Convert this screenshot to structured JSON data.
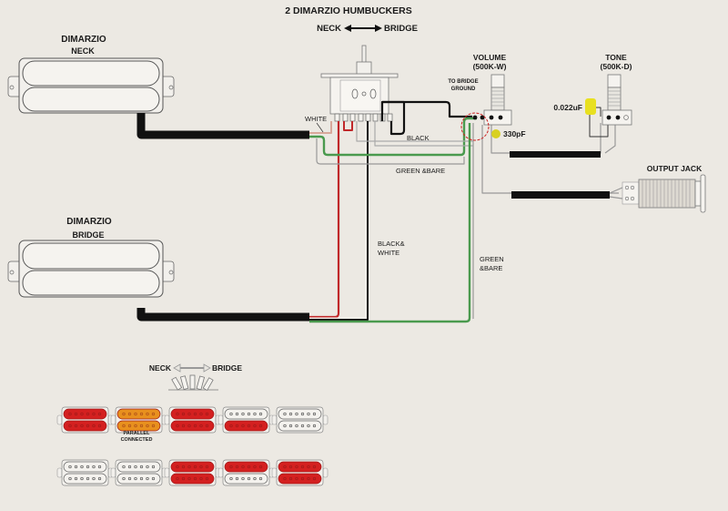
{
  "title": "2 DIMARZIO HUMBUCKERS",
  "direction": {
    "left": "NECK",
    "right": "BRIDGE"
  },
  "pickups": {
    "neck": {
      "brand": "DIMARZIO",
      "position": "NECK"
    },
    "bridge": {
      "brand": "DIMARZIO",
      "position": "BRIDGE"
    }
  },
  "controls": {
    "volume": {
      "name": "VOLUME",
      "value": "(500K-W)",
      "note": "TO BRIDGE GROUND",
      "cap": "330pF"
    },
    "tone": {
      "name": "TONE",
      "value": "(500K-D)",
      "cap": "0.022uF"
    },
    "output": {
      "name": "OUTPUT JACK"
    }
  },
  "wire_labels": {
    "white": "WHITE",
    "black": "BLACK",
    "green_bare_top": "GREEN &BARE",
    "black_white_1": "BLACK&",
    "black_white_2": "WHITE",
    "green_bare_1": "GREEN",
    "green_bare_2": "&BARE"
  },
  "legend": {
    "direction": {
      "left": "NECK",
      "right": "BRIDGE"
    },
    "parallel_1": "PARALLEL",
    "parallel_2": "CONNECTED",
    "colors": {
      "red": "#d42020",
      "orange": "#e8901e",
      "white": "#f4f2ee"
    },
    "positions": [
      {
        "top": "red",
        "bottom": "red"
      },
      {
        "top": "orange",
        "bottom": "orange",
        "note": "parallel"
      },
      {
        "top": "red",
        "bottom": "red"
      },
      {
        "top": "white",
        "bottom": "red"
      },
      {
        "top": "white",
        "bottom": "white"
      }
    ],
    "positions_row2": [
      {
        "top": "white",
        "bottom": "white"
      },
      {
        "top": "white",
        "bottom": "white"
      },
      {
        "top": "red",
        "bottom": "red"
      },
      {
        "top": "red",
        "bottom": "white"
      },
      {
        "top": "red",
        "bottom": "red"
      }
    ]
  },
  "colors": {
    "wire_red": "#c0282a",
    "wire_green": "#4a9a4e",
    "wire_black": "#111111",
    "cap_yellow": "#e8e020",
    "marker_red": "#cc2222"
  }
}
